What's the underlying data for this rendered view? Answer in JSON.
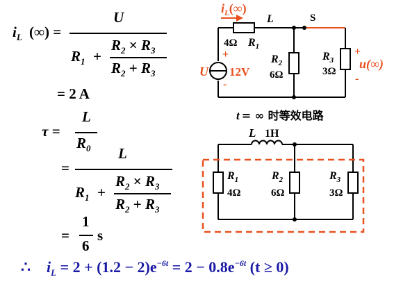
{
  "equations": {
    "il_inf": {
      "lhs_sym": "i",
      "lhs_sub": "L",
      "lhs_arg": "(∞) =",
      "numerator": "U",
      "r1": "R",
      "r1_sub": "1",
      "plus": "+",
      "inner_num_a": "R",
      "inner_num_a_sub": "2",
      "times": "×",
      "inner_num_b": "R",
      "inner_num_b_sub": "3",
      "inner_den_a": "R",
      "inner_den_a_sub": "2",
      "inner_plus": "+",
      "inner_den_b": "R",
      "inner_den_b_sub": "3"
    },
    "il_result": "= 2 A",
    "tau": {
      "lhs": "τ =",
      "numerator": "L",
      "den": "R",
      "den_sub": "0"
    },
    "tau_expanded": {
      "eq": "=",
      "numerator": "L",
      "r1": "R",
      "r1_sub": "1",
      "plus": "+",
      "inner_num_a": "R",
      "inner_num_a_sub": "2",
      "times": "×",
      "inner_num_b": "R",
      "inner_num_b_sub": "3",
      "inner_den_a": "R",
      "inner_den_a_sub": "2",
      "inner_plus": "+",
      "inner_den_b": "R",
      "inner_den_b_sub": "3"
    },
    "tau_result": {
      "eq": "=",
      "numerator": "1",
      "denominator": "6",
      "unit": "s"
    },
    "final": {
      "therefore": "∴",
      "sym": "i",
      "sub": "L",
      "rhs_1": "= 2 + (1.2 − 2)e",
      "exp_1": "−6t",
      "rhs_2": "= 2 − 0.8e",
      "exp_2": "−6t",
      "cond": "(t ≥ 0)"
    }
  },
  "circuit_top": {
    "current_label": "i",
    "current_sub": "L",
    "current_arg": "(∞)",
    "inductor_label": "L",
    "switch_label": "S",
    "r1_value": "4Ω",
    "r1_label": "R",
    "r1_sub": "1",
    "r2_label": "R",
    "r2_sub": "2",
    "r2_value": "6Ω",
    "r3_label": "R",
    "r3_sub": "3",
    "r3_value": "3Ω",
    "source_label": "U",
    "source_value": "12V",
    "plus_sign": "+",
    "minus_sign": "-",
    "output_label": "u(∞)",
    "caption_t": "t",
    "caption_rest": "= ∞ 时等效电路"
  },
  "circuit_bottom": {
    "inductor_label": "L",
    "inductor_value": "1H",
    "r1_label": "R",
    "r1_sub": "1",
    "r1_value": "4Ω",
    "r2_label": "R",
    "r2_sub": "2",
    "r2_value": "6Ω",
    "r3_label": "R",
    "r3_sub": "3",
    "r3_value": "3Ω"
  },
  "colors": {
    "accent": "#e8501e",
    "ink": "#000000",
    "final_eq": "#1a1aa6"
  }
}
